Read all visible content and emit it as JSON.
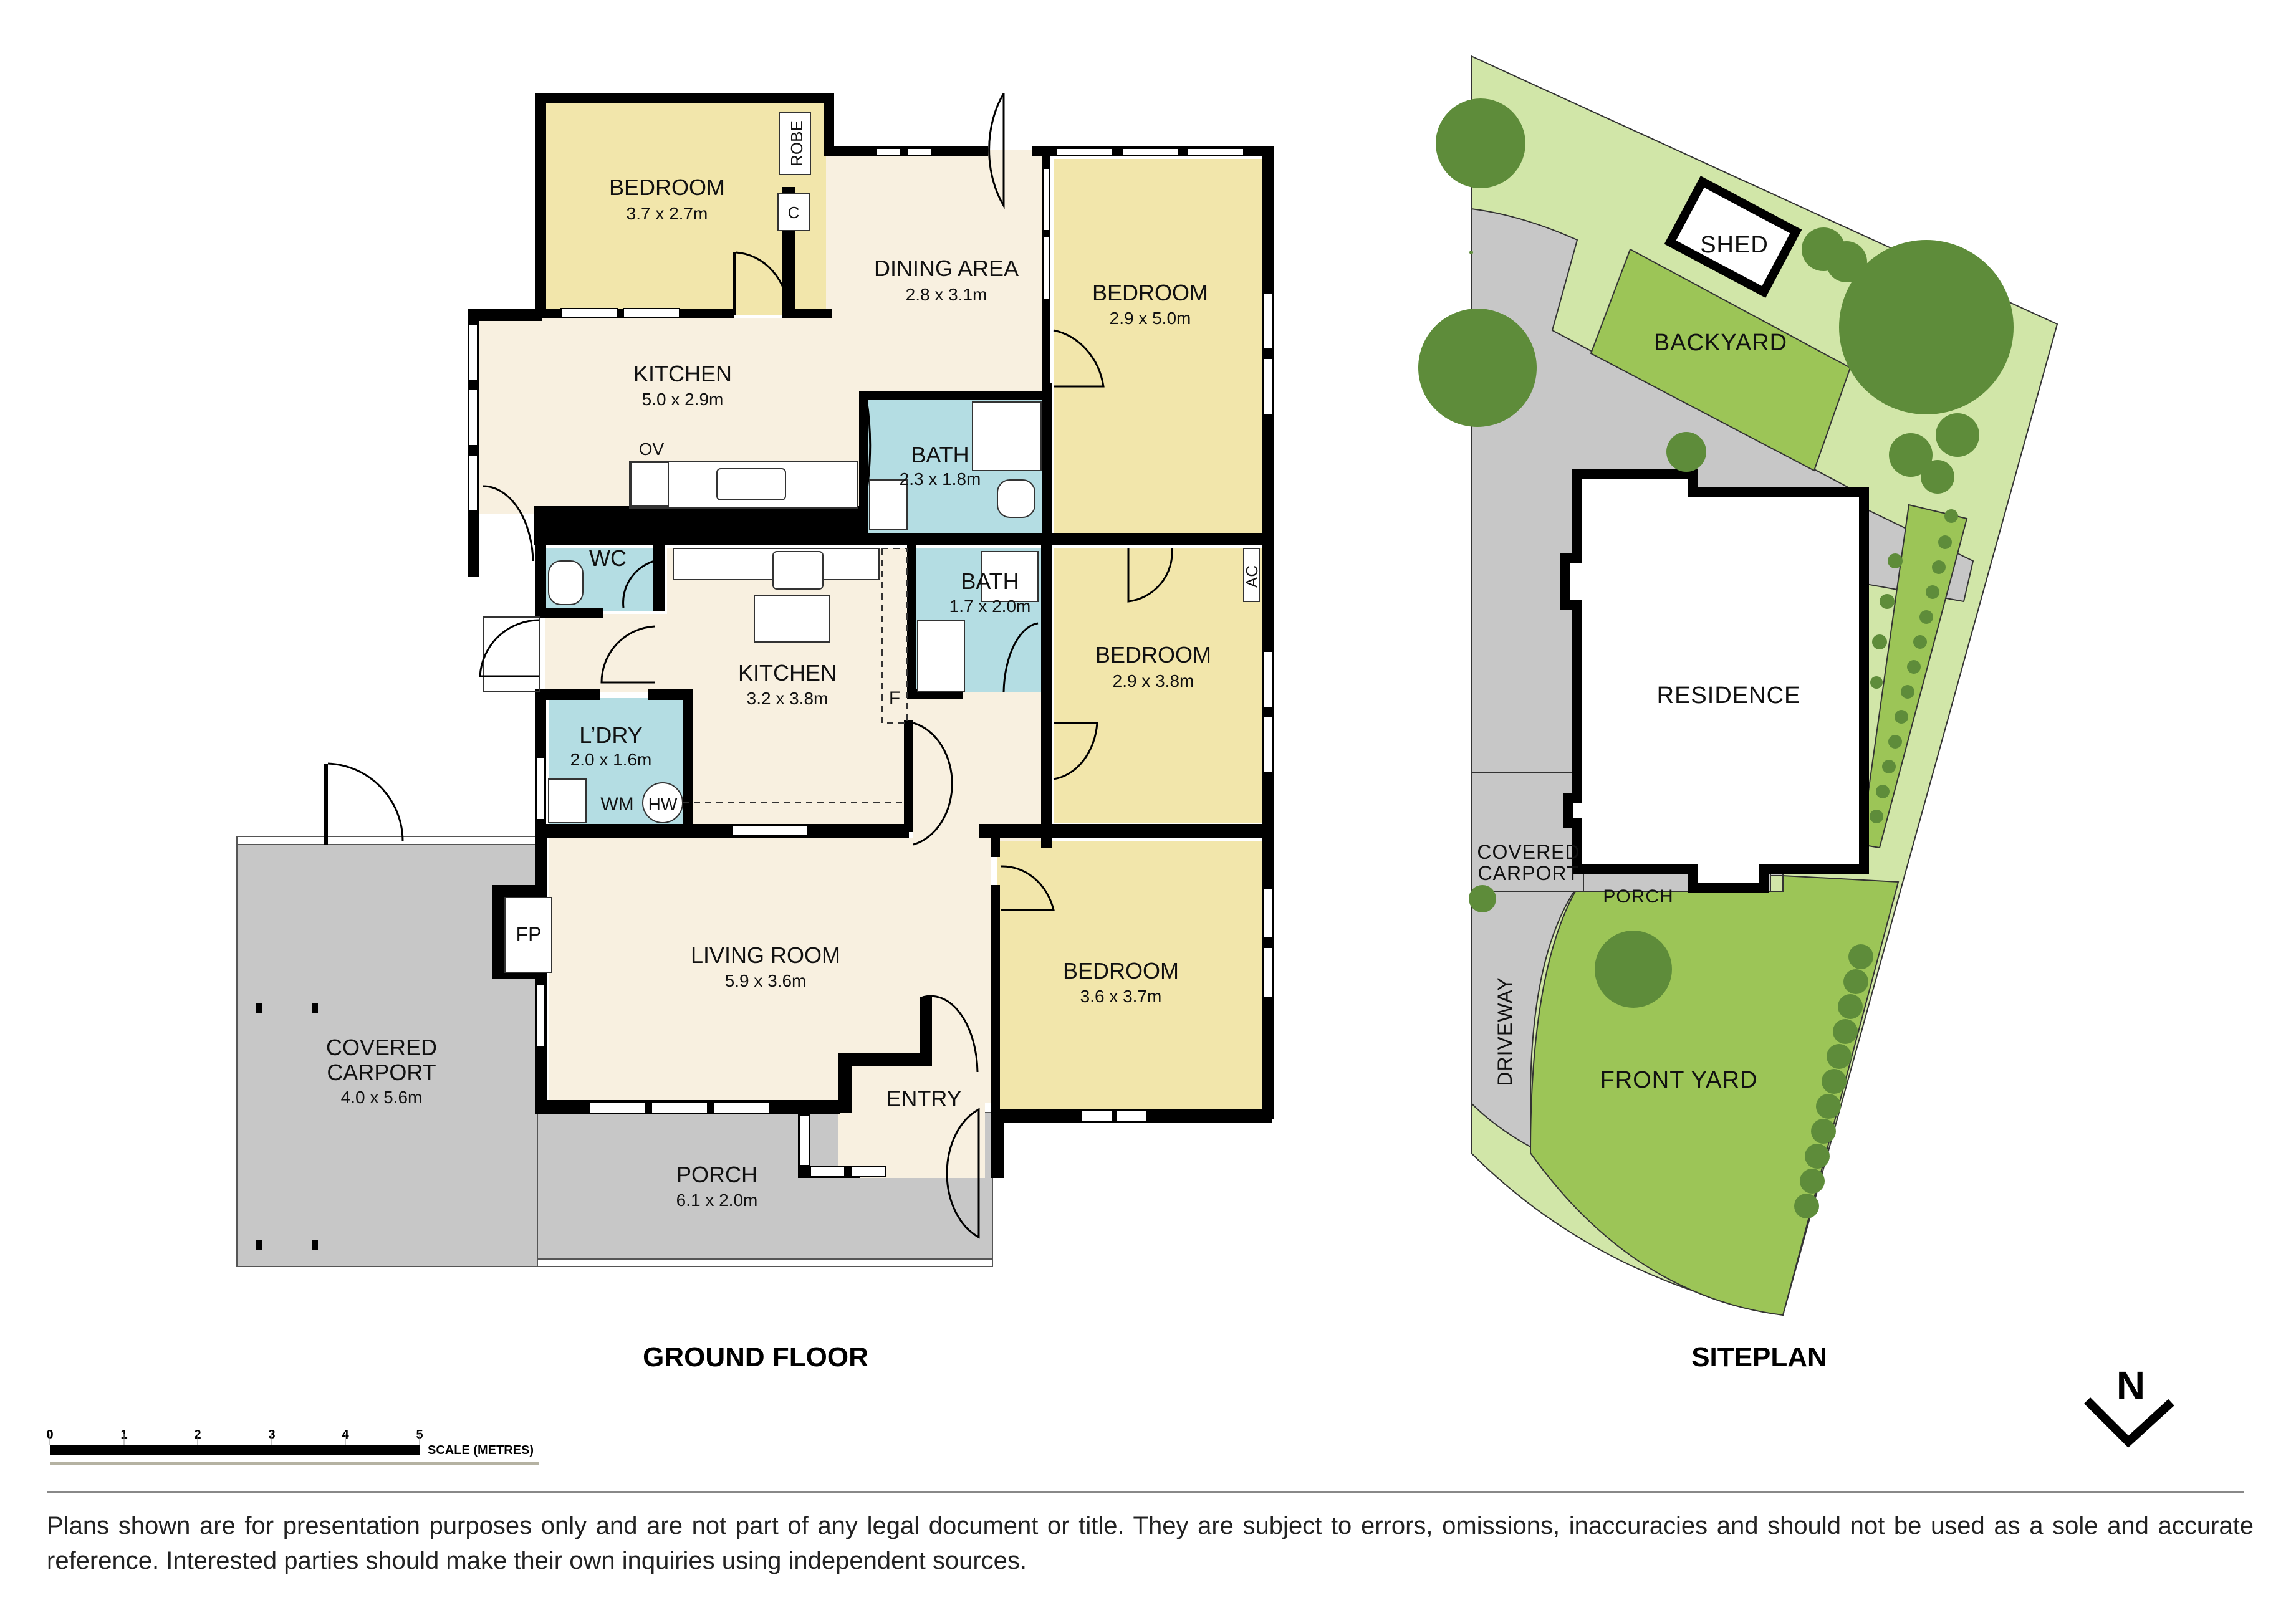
{
  "ground_floor": {
    "title": "GROUND FLOOR",
    "rooms": [
      {
        "id": "bedroom-1",
        "label": "BEDROOM",
        "dims": "3.7 x 2.7m"
      },
      {
        "id": "dining",
        "label": "DINING AREA",
        "dims": "2.8 x 3.1m"
      },
      {
        "id": "bedroom-2",
        "label": "BEDROOM",
        "dims": "2.9 x 5.0m"
      },
      {
        "id": "kitchen-1",
        "label": "KITCHEN",
        "dims": "5.0 x 2.9m"
      },
      {
        "id": "bath-1",
        "label": "BATH",
        "dims": "2.3 x 1.8m"
      },
      {
        "id": "wc",
        "label": "WC",
        "dims": ""
      },
      {
        "id": "kitchen-2",
        "label": "KITCHEN",
        "dims": "3.2 x 3.8m"
      },
      {
        "id": "bath-2",
        "label": "BATH",
        "dims": "1.7 x 2.0m"
      },
      {
        "id": "bedroom-3",
        "label": "BEDROOM",
        "dims": "2.9 x 3.8m"
      },
      {
        "id": "laundry",
        "label": "L’DRY",
        "dims": "2.0 x 1.6m"
      },
      {
        "id": "living",
        "label": "LIVING ROOM",
        "dims": "5.9 x 3.6m"
      },
      {
        "id": "bedroom-4",
        "label": "BEDROOM",
        "dims": "3.6 x 3.7m"
      },
      {
        "id": "entry",
        "label": "ENTRY",
        "dims": ""
      },
      {
        "id": "porch",
        "label": "PORCH",
        "dims": "6.1 x 2.0m"
      },
      {
        "id": "carport",
        "label": "COVERED",
        "label2": "CARPORT",
        "dims": "4.0 x 5.6m"
      }
    ],
    "fixtures": {
      "robe": "ROBE",
      "cupboard": "C",
      "oven": "OV",
      "fridge": "F",
      "aircon": "AC",
      "fireplace": "FP",
      "washing_machine": "WM",
      "hot_water": "HW"
    }
  },
  "siteplan": {
    "title": "SITEPLAN",
    "labels": {
      "shed": "SHED",
      "backyard": "BACKYARD",
      "residence": "RESIDENCE",
      "carport_1": "COVERED",
      "carport_2": "CARPORT",
      "porch": "PORCH",
      "driveway": "DRIVEWAY",
      "front_yard": "FRONT YARD"
    }
  },
  "scale": {
    "ticks": [
      "0",
      "1",
      "2",
      "3",
      "4",
      "5"
    ],
    "caption": "SCALE (METRES)"
  },
  "compass": {
    "label": "N"
  },
  "disclaimer": "Plans shown are for presentation purposes only and are not part of any legal document or title. They are subject to errors, omissions, inaccuracies and should not be used as a sole and accurate reference. Interested parties should make their own inquiries using independent sources.",
  "colors": {
    "bedroom": "#f2e6ab",
    "living": "#f8f0e0",
    "wet": "#b4dde3",
    "outdoor_grey": "#c7c7c7",
    "lawn_light": "#d1e6a8",
    "lawn": "#9cc557",
    "tree": "#5e8c3a",
    "wall": "#000000"
  }
}
